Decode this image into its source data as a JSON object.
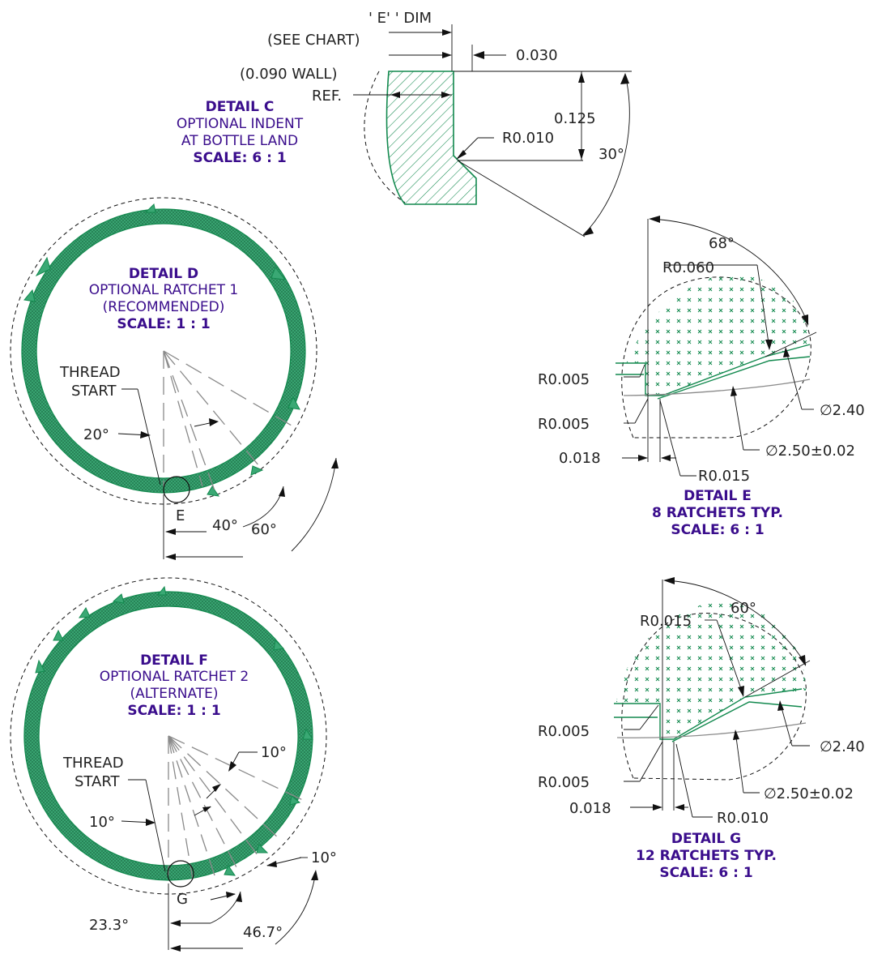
{
  "colors": {
    "title": "#3a0d8c",
    "section_green": "#12894e",
    "ring_fill": "#3aa874",
    "line": "#111111",
    "center_line": "#8a8a8a"
  },
  "detail_c": {
    "title": "DETAIL C",
    "line2": "OPTIONAL INDENT",
    "line3": "AT BOTTLE LAND",
    "scale": "SCALE: 6 : 1",
    "dim_e_line1": "' E' ' DIM",
    "dim_e_line2": "(SEE CHART)",
    "wall": "(0.090 WALL)",
    "ref": "REF.",
    "dim_030": "0.030",
    "dim_125": "0.125",
    "radius": "R0.010",
    "angle": "30°"
  },
  "detail_d": {
    "title": "DETAIL D",
    "line2": "OPTIONAL RATCHET 1",
    "line3": "(RECOMMENDED)",
    "scale": "SCALE: 1 : 1",
    "thread_1": "THREAD",
    "thread_2": "START",
    "angle_20": "20°",
    "angle_40": "40°",
    "angle_60": "60°",
    "callout": "E"
  },
  "detail_e": {
    "title": "DETAIL E",
    "line2": "8 RATCHETS TYP.",
    "scale": "SCALE: 6 : 1",
    "angle": "68°",
    "r060": "R0.060",
    "r005a": "R0.005",
    "r005b": "R0.005",
    "d018": "0.018",
    "r015": "R0.015",
    "dia240": "∅2.40",
    "dia250": "∅2.50±0.02"
  },
  "detail_f": {
    "title": "DETAIL F",
    "line2": "OPTIONAL RATCHET 2",
    "line3": "(ALTERNATE)",
    "scale": "SCALE: 1 : 1",
    "thread_1": "THREAD",
    "thread_2": "START",
    "angle_10a": "10°",
    "angle_10b": "10°",
    "angle_10c": "10°",
    "angle_233": "23.3°",
    "angle_467": "46.7°",
    "callout": "G"
  },
  "detail_g": {
    "title": "DETAIL G",
    "line2": "12 RATCHETS TYP.",
    "scale": "SCALE: 6 : 1",
    "angle": "60°",
    "r015": "R0.015",
    "r005a": "R0.005",
    "r005b": "R0.005",
    "d018": "0.018",
    "r010": "R0.010",
    "dia240": "∅2.40",
    "dia250": "∅2.50±0.02"
  }
}
